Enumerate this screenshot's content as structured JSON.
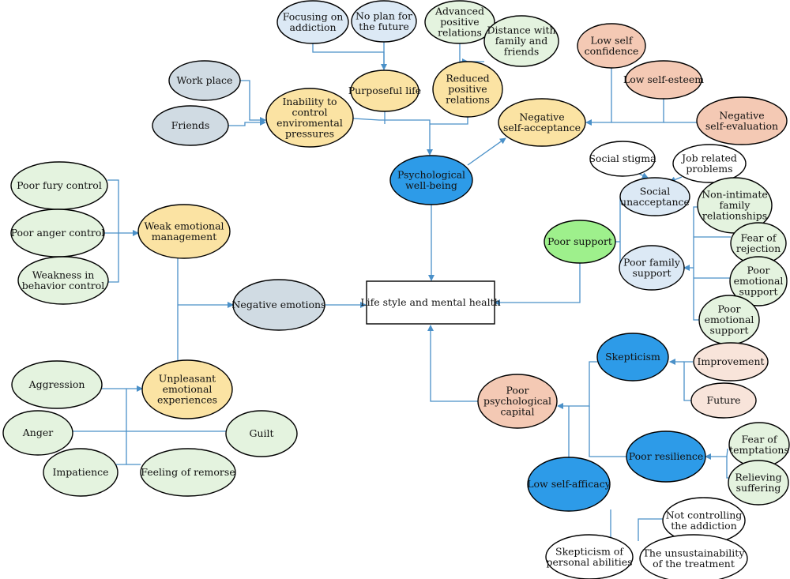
{
  "colors": {
    "blue": "#2d9be8",
    "yellow": "#fbe3a3",
    "gray_blue": "#d0dbe3",
    "pale_blue": "#dce9f5",
    "pale_green": "#e4f3df",
    "salmon": "#f4c9b4",
    "peach": "#f8e4da",
    "green": "#9ef08c",
    "white": "#ffffff",
    "edge": "#4a90c8"
  },
  "nodes": {
    "focusing_on_addiction": [
      "Focusing on",
      "addiction"
    ],
    "no_plan_for_future": [
      "No plan for",
      "the future"
    ],
    "advanced_positive_relations": [
      "Advanced",
      "positive",
      "relations"
    ],
    "distance_family_friends": [
      "Distance with",
      "family and",
      "friends"
    ],
    "low_self_confidence": [
      "Low self",
      "confidence"
    ],
    "low_self_esteem": [
      "Low self-esteem"
    ],
    "negative_self_evaluation": [
      "Negative",
      "self-evaluation"
    ],
    "work_place": [
      "Work place"
    ],
    "friends": [
      "Friends"
    ],
    "inability_control": [
      "Inability to",
      "control",
      "enviromental",
      "pressures"
    ],
    "purposeful_life": [
      "Purposeful life"
    ],
    "reduced_positive_relations": [
      "Reduced",
      "positive",
      "relations"
    ],
    "negative_self_acceptance": [
      "Negative",
      "self-acceptance"
    ],
    "social_stigma": [
      "Social stigma"
    ],
    "job_related_problems": [
      "Job related",
      "problems"
    ],
    "psychological_wellbeing": [
      "Psychological",
      "well-being"
    ],
    "social_unacceptance": [
      "Social",
      "unacceptance"
    ],
    "non_intimate_family": [
      "Non-intimate",
      "family",
      "relationships"
    ],
    "fear_of_rejection": [
      "Fear of",
      "rejection"
    ],
    "poor_support": [
      "Poor support"
    ],
    "poor_family_support": [
      "Poor family",
      "support"
    ],
    "poor_emotional_support_1": [
      "Poor",
      "emotional",
      "support"
    ],
    "poor_emotional_support_2": [
      "Poor",
      "emotional",
      "support"
    ],
    "poor_fury_control": [
      "Poor fury control"
    ],
    "poor_anger_control": [
      "Poor anger control"
    ],
    "weak_emotional_management": [
      "Weak emotional",
      "management"
    ],
    "weakness_behavior_control": [
      "Weakness in",
      "behavior control"
    ],
    "negative_emotions": [
      "Negative emotions"
    ],
    "life_style_mental_health": [
      "Life style and mental health"
    ],
    "skepticism": [
      "Skepticism"
    ],
    "improvement": [
      "Improvement"
    ],
    "future": [
      "Future"
    ],
    "aggression": [
      "Aggression"
    ],
    "unpleasant_emotional_experiences": [
      "Unpleasant",
      "emotional",
      "experiences"
    ],
    "poor_psychological_capital": [
      "Poor",
      "psychological",
      "capital"
    ],
    "anger": [
      "Anger"
    ],
    "guilt": [
      "Guilt"
    ],
    "fear_of_temptations": [
      "Fear of",
      "temptations"
    ],
    "poor_resilience": [
      "Poor resilience"
    ],
    "impatience": [
      "Impatience"
    ],
    "feeling_of_remorse": [
      "Feeling of remorse"
    ],
    "relieving_suffering": [
      "Relieving",
      "suffering"
    ],
    "low_self_efficacy": [
      "Low self-afficacy"
    ],
    "not_controlling_addiction": [
      "Not controlling",
      "the addiction"
    ],
    "skepticism_personal_abilities": [
      "Skepticism of",
      "personal abilities"
    ],
    "unsustainability_treatment": [
      "The unsustainability",
      "of the treatment"
    ]
  }
}
